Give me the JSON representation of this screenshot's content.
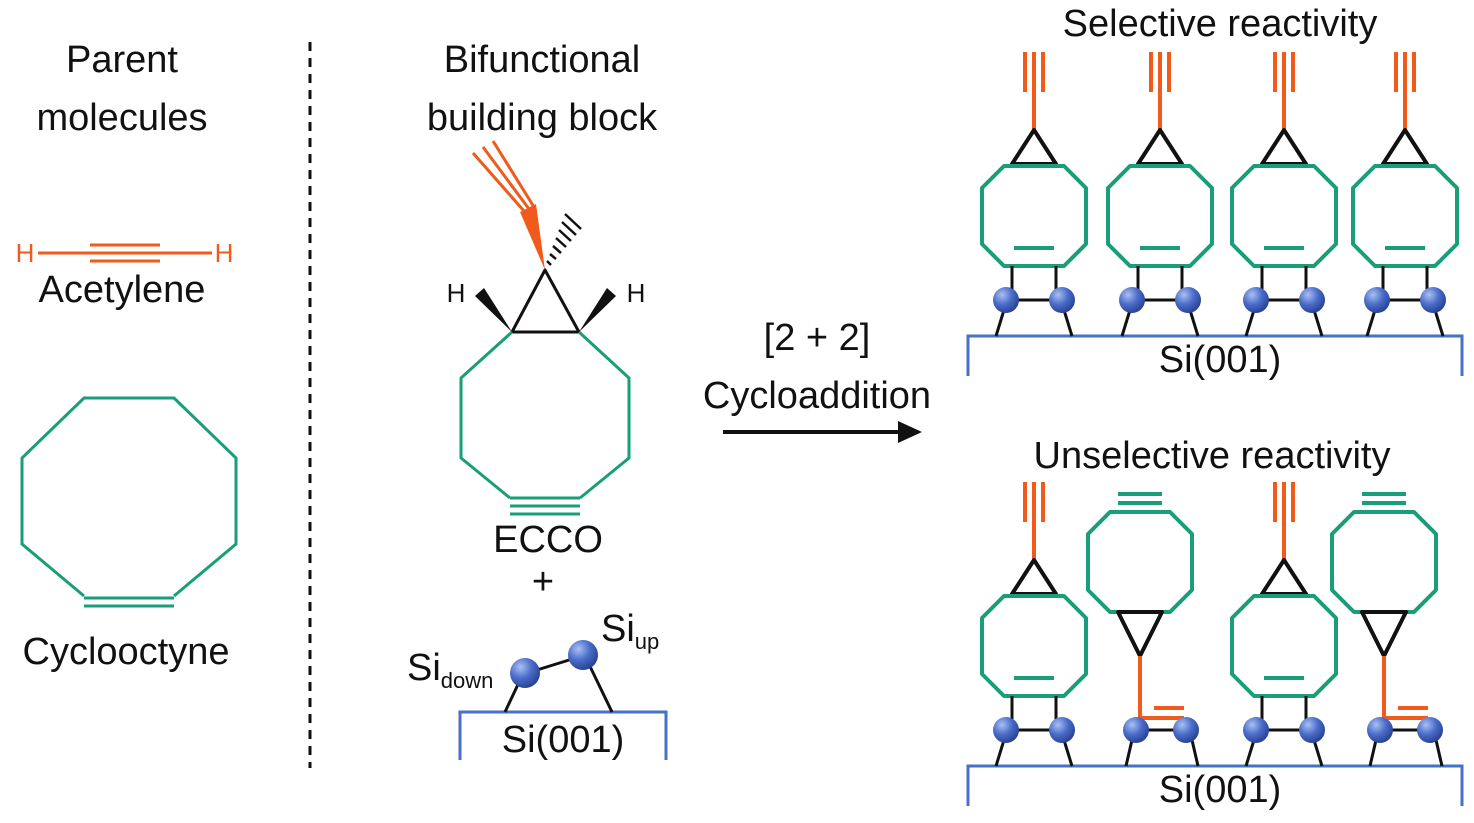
{
  "labels": {
    "parent_line1": "Parent",
    "parent_line2": "molecules",
    "acetylene": "Acetylene",
    "cyclooctyne": "Cyclooctyne",
    "bifunctional_line1": "Bifunctional",
    "bifunctional_line2": "building block",
    "ecco": "ECCO",
    "plus": "+",
    "si_down": "Si",
    "si_down_sub": "down",
    "si_up": "Si",
    "si_up_sub": "up",
    "surface": "Si(001)",
    "reaction_line1": "[2 + 2]",
    "reaction_line2": "Cycloaddition",
    "selective": "Selective reactivity",
    "unselective": "Unselective reactivity",
    "h_atom": "H"
  },
  "colors": {
    "alkyne": "#f05a1a",
    "ring": "#1a9e7a",
    "bond": "#111111",
    "surface": "#4472c4",
    "si_atom": "#3a5bb8"
  }
}
